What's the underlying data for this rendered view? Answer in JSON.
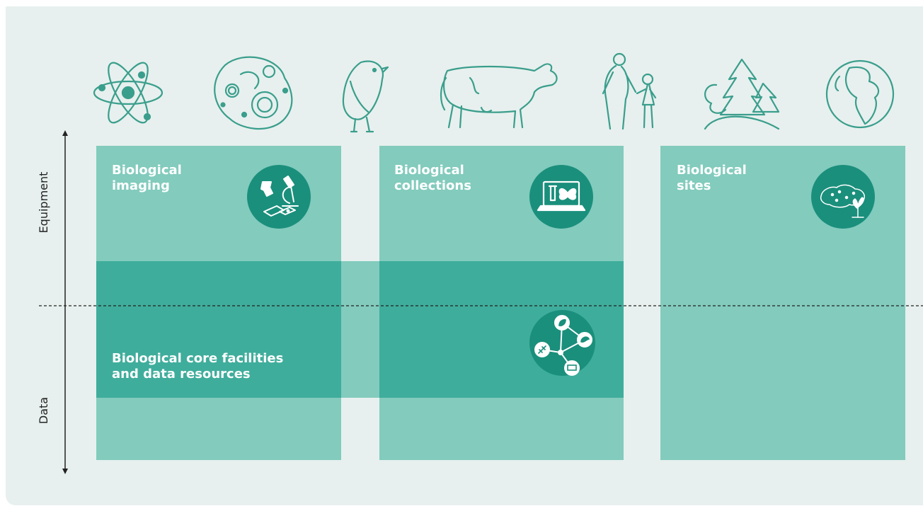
{
  "axis": {
    "top_label": "Equipment",
    "bottom_label": "Data"
  },
  "icons": [
    "atom-icon",
    "cell-icon",
    "bird-icon",
    "cow-icon",
    "people-icon",
    "forest-icon",
    "globe-icon"
  ],
  "columns": [
    {
      "title_line1": "Biological",
      "title_line2": "imaging",
      "icon": "microscope-badge-icon"
    },
    {
      "title_line1": "Biological",
      "title_line2": "collections",
      "icon": "laptop-butterfly-badge-icon"
    },
    {
      "title_line1": "Biological",
      "title_line2": "sites",
      "icon": "map-plant-badge-icon"
    }
  ],
  "band": {
    "title_line1": "Biological core facilities",
    "title_line2": "and data resources",
    "icon": "network-badge-icon"
  },
  "colors": {
    "background": "#e7f0ee",
    "column_fill": "#82cbbd",
    "band_fill": "#3fad9c",
    "badge_fill": "#1a8f7c",
    "icon_stroke": "#3a9e8c"
  }
}
